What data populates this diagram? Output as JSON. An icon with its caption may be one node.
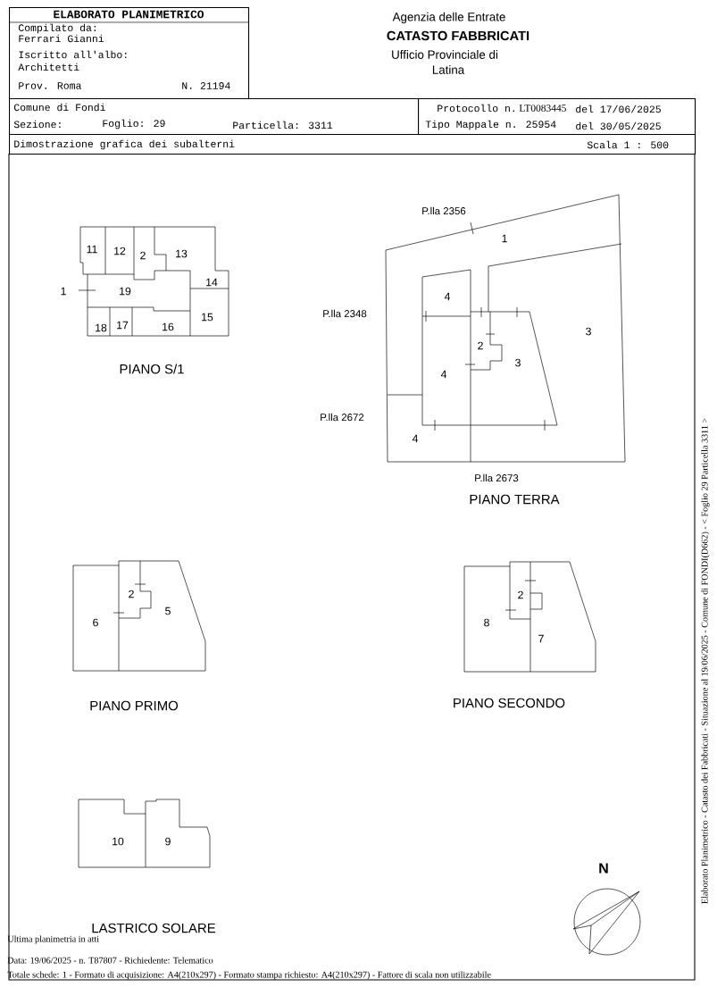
{
  "diagram": {
    "nodes": [
      {
        "text": [
          "ELABORATO PLANIMETRICO",
          "Compilato da:",
          "Ferrari Gianni",
          "Iscritto all'albo:",
          "Architetti",
          "Prov. Roma",
          "N. 21194"
        ]
      },
      {
        "text": [
          "Comune di Fondi",
          "Sezione:",
          "Foglio: 29",
          "Particella: 3311"
        ]
      },
      {
        "text": [
          "Protocollo n.",
          "LT0083445",
          "del 17/06/2025",
          "Tipo Mappale n. 25954",
          "del 30/05/2025"
        ]
      },
      {
        "text": [
          "Dimostrazione grafica dei subalterni",
          "Scala 1 : 500"
        ]
      }
    ],
    "labels": [
      "Agenzia delle Entrate",
      "CATASTO FABBRICATI",
      "Ufficio Provinciale di",
      "Latina",
      "11",
      "12",
      "2",
      "13",
      "1",
      "19",
      "14",
      "15",
      "18",
      "17",
      "16",
      "PIANO S/1",
      "P.lla 2356",
      "1",
      "P.lla 2348",
      "4",
      "3",
      "2",
      "3",
      "4",
      "P.lla 2672",
      "4",
      "P.lla 2673",
      "PIANO TERRA",
      "2",
      "6",
      "5",
      "PIANO PRIMO",
      "2",
      "8",
      "7",
      "PIANO SECONDO",
      "10",
      "9",
      "LASTRICO SOLARE",
      "N",
      "Ultima planimetria in atti",
      "Data: 19/06/2025 - n. T87807 - Richiedente: Telematico",
      "Totale schede: 1 - Formato di acquisizione: A4(210x297) - Formato stampa richiesto: A4(210x297) - Fattore di scala non utilizzabile",
      "Elaborato Planimetrico - Catasto dei Fabbricati - Situazione al 19/06/2025 - Comune di FONDI(D662) - < Foglio 29 Particella 3311 >"
    ]
  }
}
